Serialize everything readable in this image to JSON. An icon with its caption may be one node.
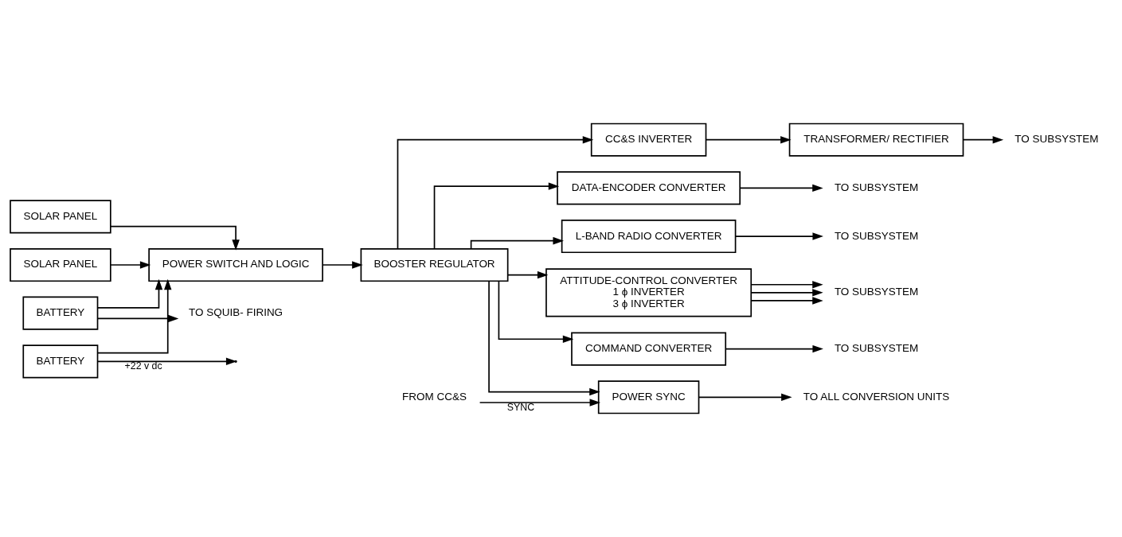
{
  "diagram": {
    "nodes": [
      {
        "text": [
          "SOLAR PANEL"
        ]
      },
      {
        "text": [
          "SOLAR PANEL"
        ]
      },
      {
        "text": [
          "POWER SWITCH AND LOGIC"
        ]
      },
      {
        "text": [
          "BOOSTER REGULATOR"
        ]
      },
      {
        "text": [
          "ATTITUDE-CONTROL CONVERTER",
          "1 ϕ INVERTER",
          "3 ϕ INVERTER"
        ]
      },
      {
        "text": [
          "TO SUBSYSTEM"
        ]
      },
      {
        "text": [
          "BATTERY"
        ]
      },
      {
        "text": [
          "BATTERY"
        ]
      },
      {
        "text": [
          "TO SQUIB- FIRING"
        ]
      },
      {
        "text": [
          "COMMAND CONVERTER"
        ]
      },
      {
        "text": [
          "TO SUBSYSTEM"
        ]
      },
      {
        "text": [
          "CC&S INVERTER"
        ]
      },
      {
        "text": [
          "TRANSFORMER/ RECTIFIER"
        ]
      },
      {
        "text": [
          "TO SUBSYSTEM"
        ]
      },
      {
        "text": [
          "FROM CC&S"
        ]
      },
      {
        "text": [
          "POWER SYNC"
        ]
      },
      {
        "text": [
          "TO ALL CONVERSION UNITS"
        ]
      },
      {
        "text": [
          "DATA-ENCODER CONVERTER"
        ]
      },
      {
        "text": [
          "TO SUBSYSTEM"
        ]
      },
      {
        "text": [
          "L-BAND RADIO CONVERTER"
        ]
      },
      {
        "text": [
          "TO SUBSYSTEM"
        ]
      }
    ],
    "edges": [
      {
        "from": 0,
        "to": 2,
        "arrow": "to"
      },
      {
        "from": 1,
        "to": 2,
        "arrow": "to"
      },
      {
        "from": 6,
        "to": 2,
        "arrow": "to"
      },
      {
        "from": 7,
        "to": 2,
        "arrow": "to"
      },
      {
        "from": 2,
        "to": 3,
        "arrow": "to"
      },
      {
        "from": 3,
        "to": 4,
        "arrow": "to"
      },
      {
        "from": 4,
        "to": 5,
        "arrow": "to"
      },
      {
        "from": 4,
        "to": 5,
        "arrow": "to"
      },
      {
        "from": 4,
        "to": 5,
        "arrow": "to"
      },
      {
        "from": 6,
        "to": 8,
        "arrow": "to"
      },
      {
        "from": 7,
        "to": null,
        "label": "+22 v dc",
        "arrow": "to"
      },
      {
        "from": 3,
        "to": 9,
        "arrow": "to"
      },
      {
        "from": 9,
        "to": 10,
        "arrow": "to"
      },
      {
        "from": 3,
        "to": 11,
        "arrow": "to"
      },
      {
        "from": 11,
        "to": 12,
        "arrow": "to"
      },
      {
        "from": 12,
        "to": 13,
        "arrow": "to"
      },
      {
        "from": 14,
        "to": 15,
        "label": "SYNC",
        "arrow": "to"
      },
      {
        "from": 3,
        "to": 15,
        "arrow": "to"
      },
      {
        "from": 15,
        "to": 16,
        "arrow": "to"
      },
      {
        "from": 3,
        "to": 17,
        "arrow": "to"
      },
      {
        "from": 17,
        "to": 18,
        "arrow": "to"
      },
      {
        "from": 3,
        "to": 19,
        "arrow": "to"
      },
      {
        "from": 19,
        "to": 20,
        "arrow": "to"
      }
    ]
  }
}
